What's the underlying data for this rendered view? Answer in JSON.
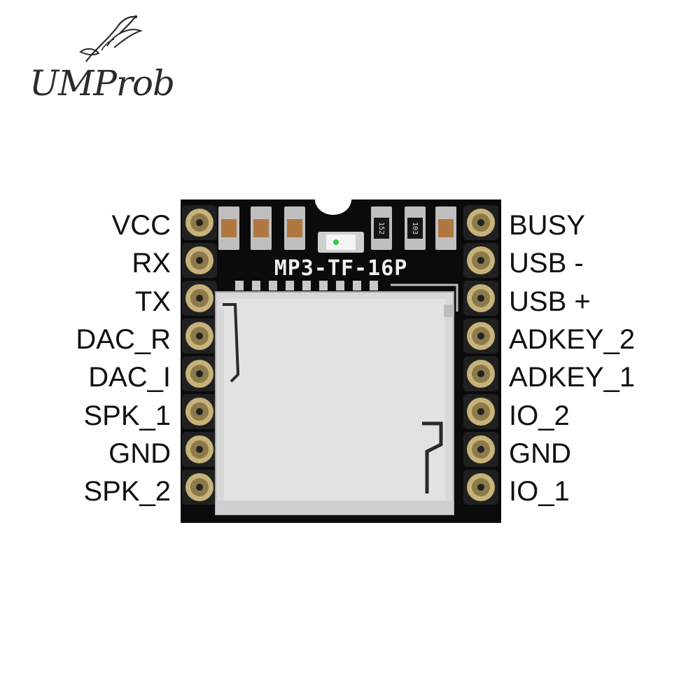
{
  "brand": {
    "name": "UMProb"
  },
  "module": {
    "silkscreen": "MP3-TF-16P"
  },
  "components": {
    "r1_marking": "152",
    "r2_marking": "103"
  },
  "pins": {
    "left": [
      "VCC",
      "RX",
      "TX",
      "DAC_R",
      "DAC_I",
      "SPK_1",
      "GND",
      "SPK_2"
    ],
    "right": [
      "BUSY",
      "USB -",
      "USB +",
      "ADKEY_2",
      "ADKEY_1",
      "IO_2",
      "GND",
      "IO_1"
    ]
  },
  "colors": {
    "pcb": "#0b0b0b",
    "card_metal": "#d8d8d8",
    "pin_gold": "#c7b27a",
    "led_green": "#2ecc40",
    "text": "#111111"
  }
}
